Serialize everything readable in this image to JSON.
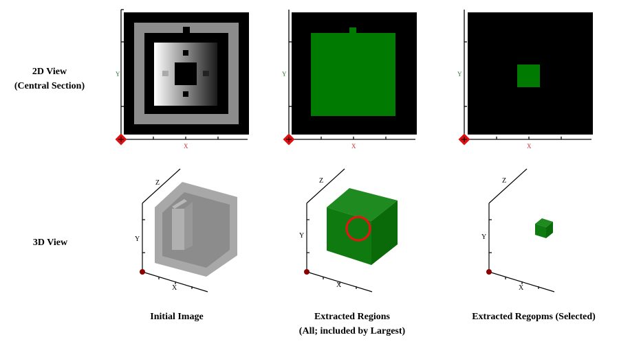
{
  "row_labels": {
    "view2d": "2D View",
    "view2d_sub": "(Central Section)",
    "view3d": "3D View"
  },
  "columns": [
    {
      "caption": "Initial Image",
      "caption2": ""
    },
    {
      "caption": "Extracted Regions",
      "caption2": "(All; included by Largest)"
    },
    {
      "caption": "Extracted Regopms (Selected)",
      "caption2": ""
    }
  ],
  "axes": {
    "x": "X",
    "y": "Y",
    "z": "Z"
  },
  "colors": {
    "region": "#007a00",
    "highlight": "#ee1111",
    "axis_x": "#cc3333",
    "axis_y": "#2a7a2a",
    "origin": "#dd1111"
  }
}
